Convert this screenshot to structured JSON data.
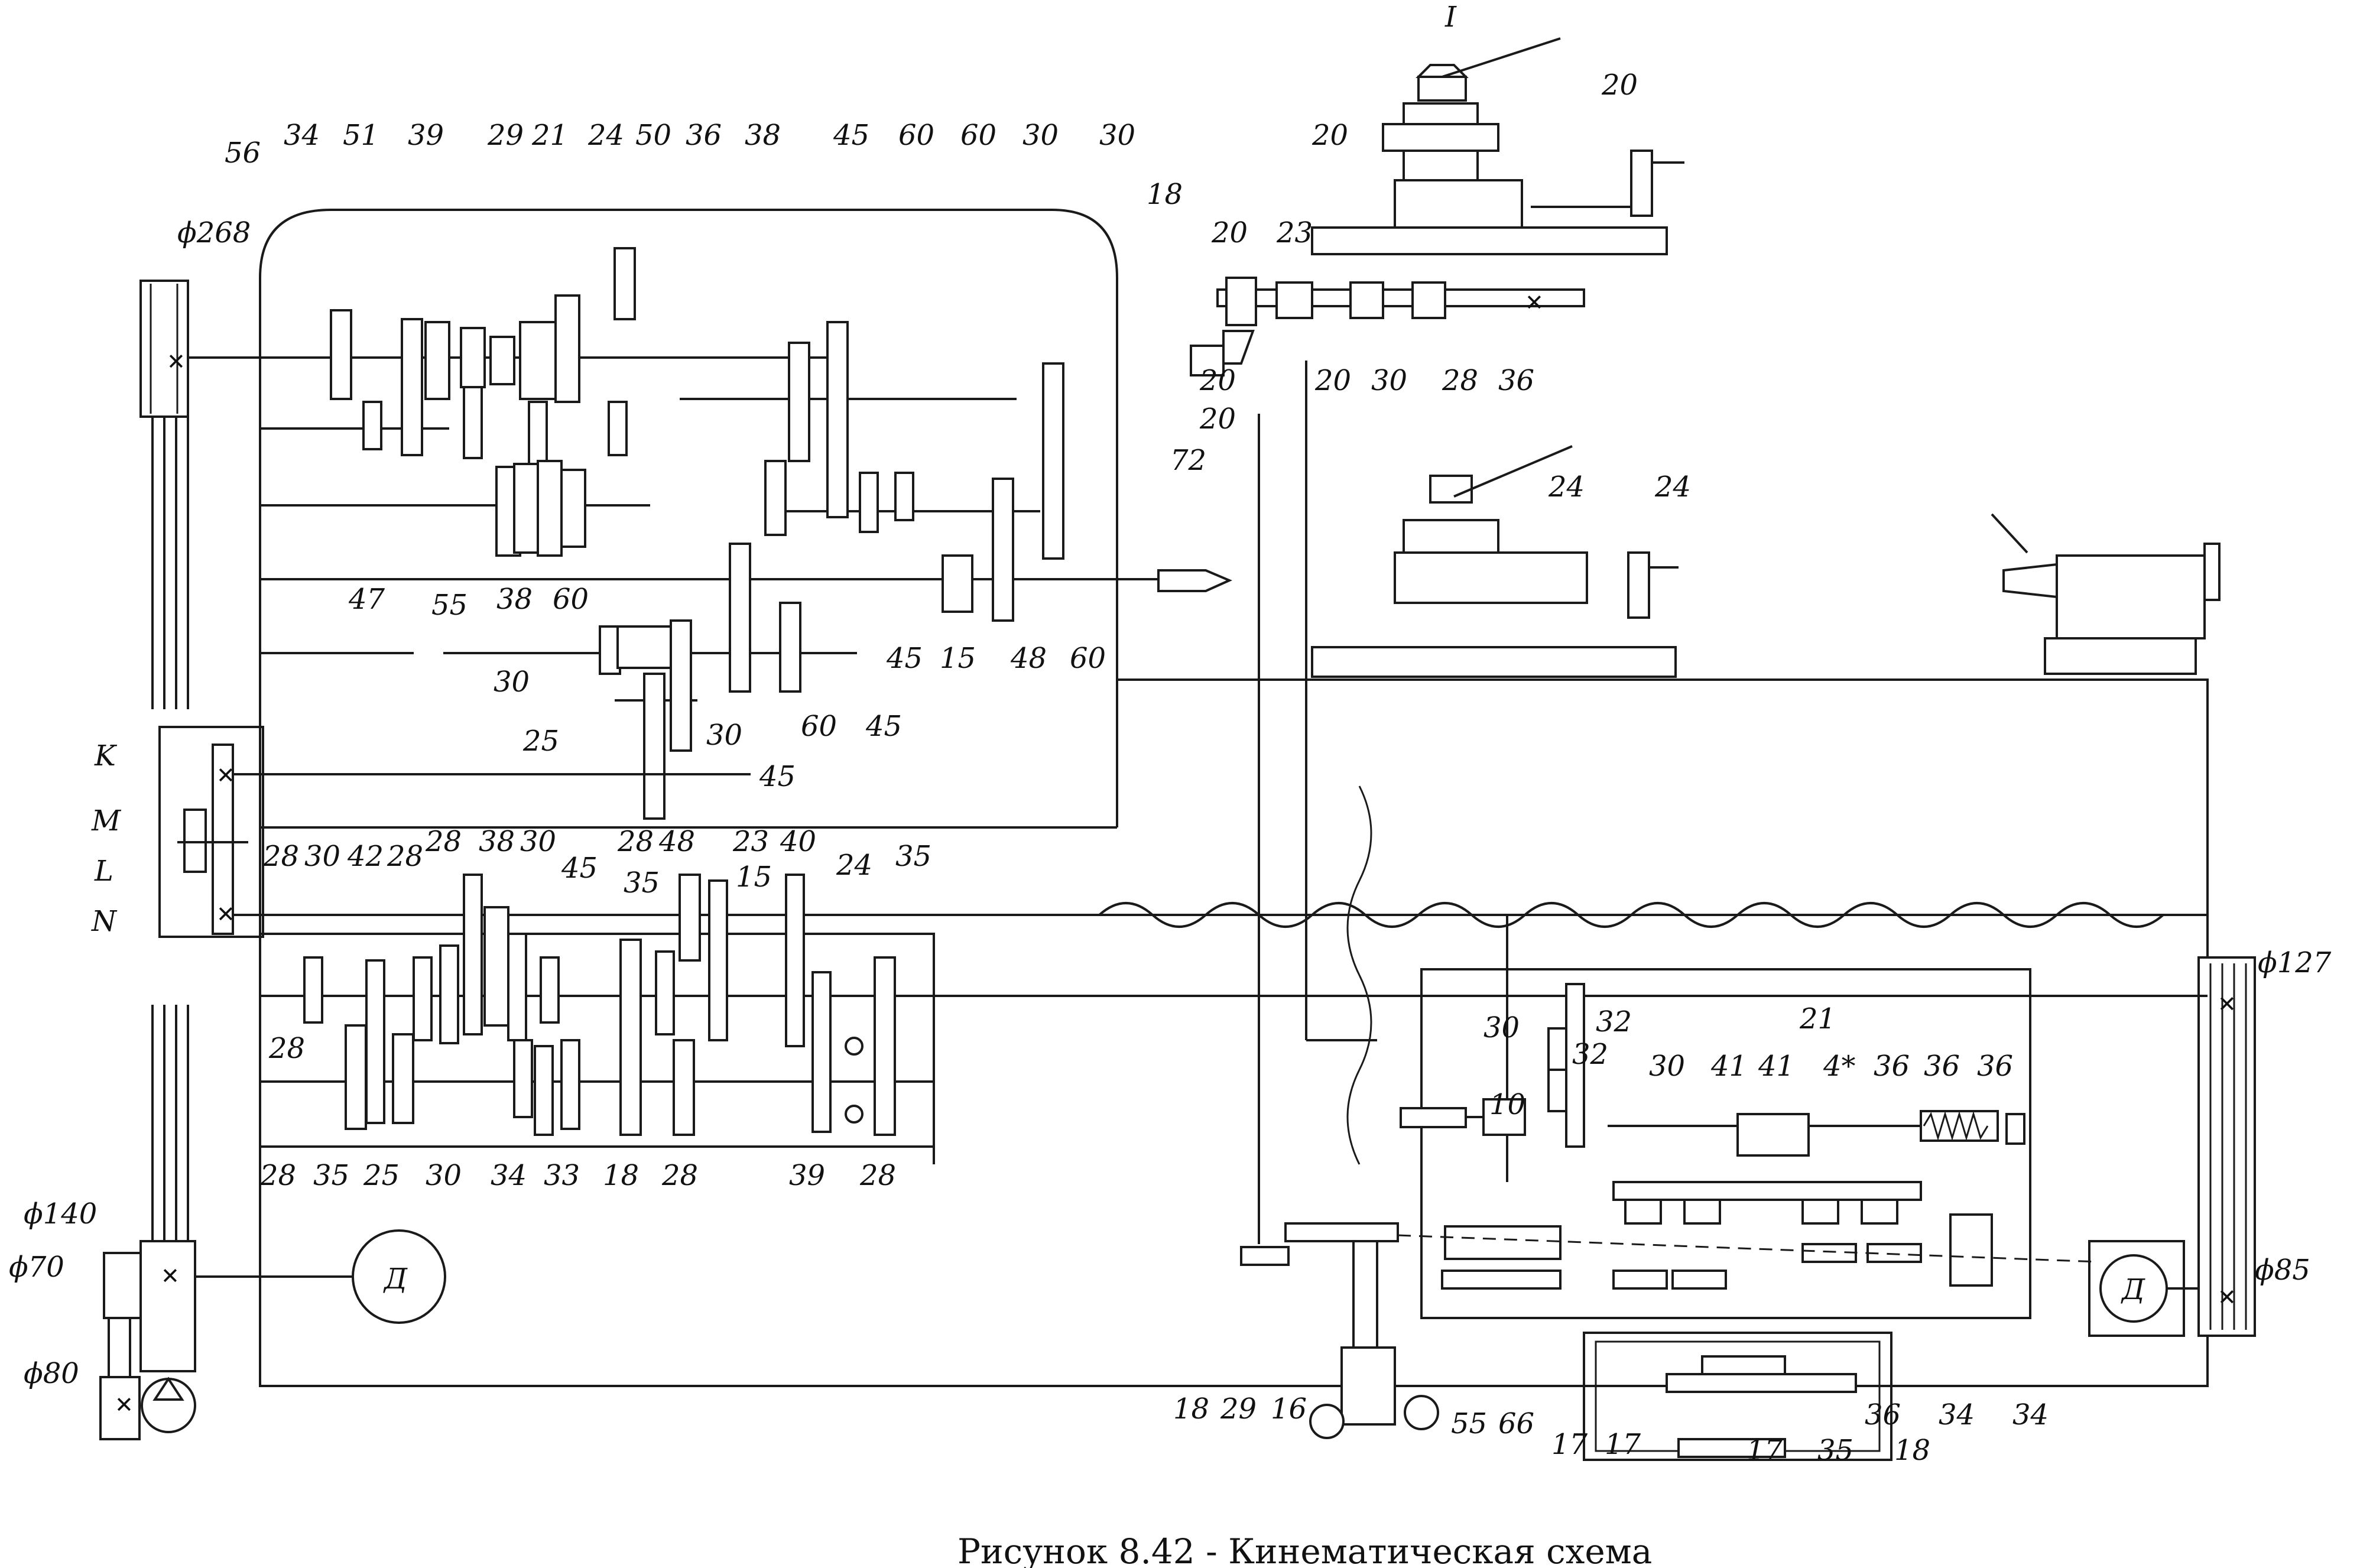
{
  "caption": "Рисунок 8.42 - Кинематическая схема",
  "motor_label": "Д",
  "pulleys": {
    "main_top": "ϕ268",
    "main_bottom": "ϕ140",
    "pump_1": "ϕ70",
    "pump_2": "ϕ80",
    "feed_drive": "ϕ127",
    "feed_motor": "ϕ85"
  },
  "clutch_labels": {
    "k": "K",
    "m": "M",
    "l": "L",
    "n": "N"
  },
  "headstock_top_labels": [
    "56",
    "34",
    "51",
    "39",
    "29",
    "21",
    "24",
    "50",
    "36",
    "38",
    "45",
    "60",
    "60",
    "30",
    "30",
    "18"
  ],
  "headstock_mid_labels": [
    "47",
    "55",
    "38",
    "60",
    "45",
    "15",
    "48",
    "60",
    "72",
    "30",
    "25",
    "30",
    "60",
    "45",
    "45"
  ],
  "gearbox_top_labels": [
    "28",
    "30",
    "42",
    "28",
    "28",
    "38",
    "30",
    "45",
    "35",
    "28",
    "48",
    "23",
    "15",
    "40",
    "24",
    "35"
  ],
  "gearbox_bottom_labels": [
    "28",
    "28",
    "35",
    "25",
    "30",
    "34",
    "33",
    "18",
    "28",
    "39",
    "28"
  ],
  "tool_post_labels": [
    "I",
    "20",
    "20",
    "20",
    "23",
    "20",
    "30",
    "28",
    "36",
    "20",
    "20"
  ],
  "carriage_labels": [
    "24",
    "24"
  ],
  "apron_labels": [
    "30",
    "32",
    "10",
    "32",
    "30",
    "41",
    "41",
    "21",
    "4*",
    "36",
    "36",
    "36"
  ],
  "apron_bottom_labels": [
    "18",
    "29",
    "16",
    "55",
    "66",
    "17",
    "17",
    "17",
    "35",
    "18",
    "36",
    "34",
    "34"
  ]
}
